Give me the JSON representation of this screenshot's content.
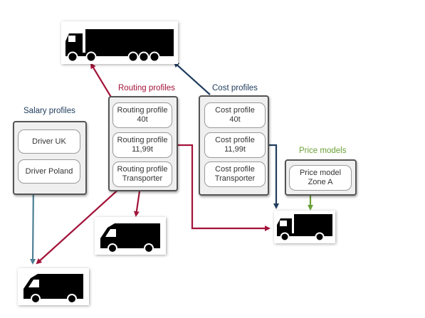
{
  "colors": {
    "routing": "#a3133a",
    "cost": "#203d5e",
    "salary": "#4d7f95",
    "price": "#6aa036",
    "frame": "#555555"
  },
  "groups": {
    "salary": {
      "title": "Salary profiles",
      "items": [
        {
          "line1": "Driver UK",
          "line2": ""
        },
        {
          "line1": "Driver Poland",
          "line2": ""
        }
      ]
    },
    "routing": {
      "title": "Routing profiles",
      "items": [
        {
          "line1": "Routing profile",
          "line2": "40t"
        },
        {
          "line1": "Routing profile",
          "line2": "11,99t"
        },
        {
          "line1": "Routing profile",
          "line2": "Transporter"
        }
      ]
    },
    "cost": {
      "title": "Cost profiles",
      "items": [
        {
          "line1": "Cost profile",
          "line2": "40t"
        },
        {
          "line1": "Cost profile",
          "line2": "11,99t"
        },
        {
          "line1": "Cost profile",
          "line2": "Transporter"
        }
      ]
    },
    "price": {
      "title": "Price models",
      "items": [
        {
          "line1": "Price model",
          "line2": "Zone A"
        }
      ]
    }
  },
  "vehicles": [
    {
      "name": "semi-trailer-truck-icon"
    },
    {
      "name": "rigid-truck-icon"
    },
    {
      "name": "transporter-van-icon"
    },
    {
      "name": "transporter-van-icon"
    }
  ]
}
